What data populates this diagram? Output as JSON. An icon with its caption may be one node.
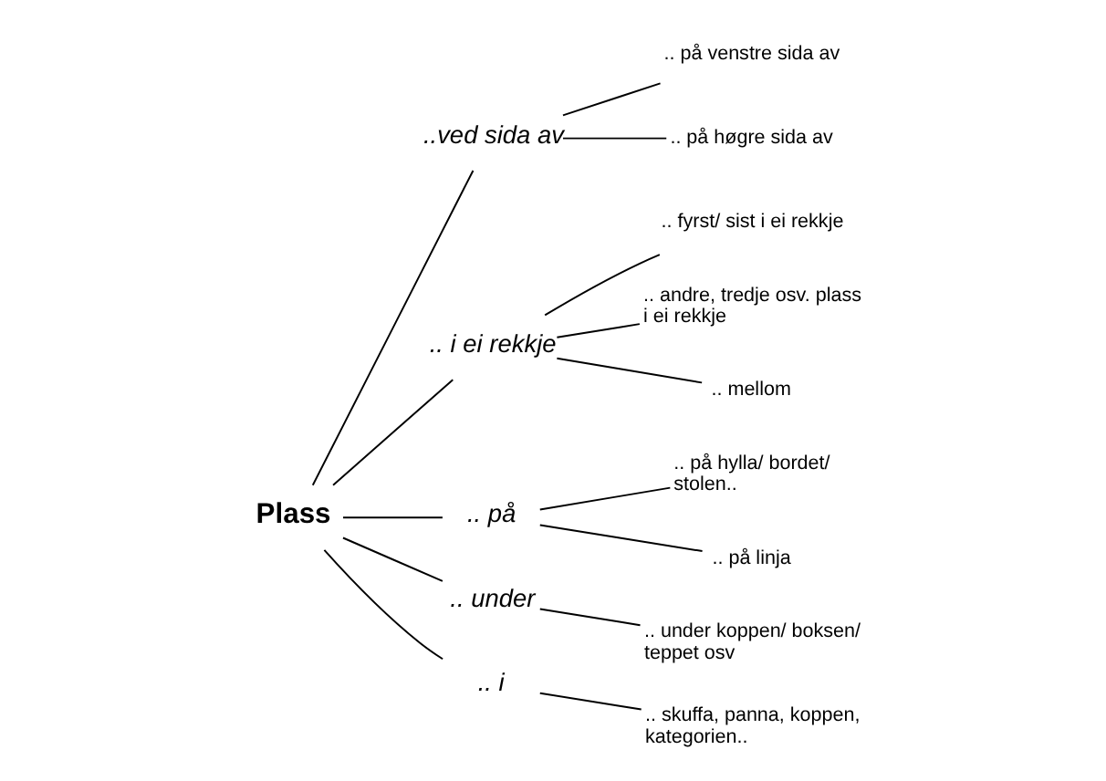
{
  "diagram": {
    "nodes": [
      {
        "text": [
          "Plass"
        ]
      },
      {
        "text": [
          "..ved sida av"
        ]
      },
      {
        "text": [
          ".. i ei rekkje"
        ]
      },
      {
        "text": [
          ".. på"
        ]
      },
      {
        "text": [
          ".. under"
        ]
      },
      {
        "text": [
          ".. i"
        ]
      },
      {
        "text": [
          ".. på venstre sida av"
        ]
      },
      {
        "text": [
          ".. på høgre sida av"
        ]
      },
      {
        "text": [
          ".. fyrst/ sist i ei rekkje"
        ]
      },
      {
        "text": [
          ".. andre, tredje osv. plass i ei rekkje"
        ]
      },
      {
        "text": [
          ".. mellom"
        ]
      },
      {
        "text": [
          ".. på hylla/ bordet/ stolen.."
        ]
      },
      {
        "text": [
          ".. på linja"
        ]
      },
      {
        "text": [
          ".. under koppen/ boksen/ teppet osv"
        ]
      },
      {
        "text": [
          ".. skuffa, panna, koppen, kategorien.."
        ]
      }
    ],
    "edges": [
      {
        "from": 0,
        "to": 1,
        "arrow": "none"
      },
      {
        "from": 0,
        "to": 2,
        "arrow": "none"
      },
      {
        "from": 0,
        "to": 3,
        "arrow": "none"
      },
      {
        "from": 0,
        "to": 4,
        "arrow": "none"
      },
      {
        "from": 0,
        "to": 5,
        "arrow": "none"
      },
      {
        "from": 1,
        "to": 6,
        "arrow": "none"
      },
      {
        "from": 1,
        "to": 7,
        "arrow": "none"
      },
      {
        "from": 2,
        "to": 8,
        "arrow": "none"
      },
      {
        "from": 2,
        "to": 9,
        "arrow": "none"
      },
      {
        "from": 2,
        "to": 10,
        "arrow": "none"
      },
      {
        "from": 3,
        "to": 11,
        "arrow": "none"
      },
      {
        "from": 3,
        "to": 12,
        "arrow": "none"
      },
      {
        "from": 4,
        "to": 13,
        "arrow": "none"
      },
      {
        "from": 5,
        "to": 14,
        "arrow": "none"
      }
    ]
  }
}
